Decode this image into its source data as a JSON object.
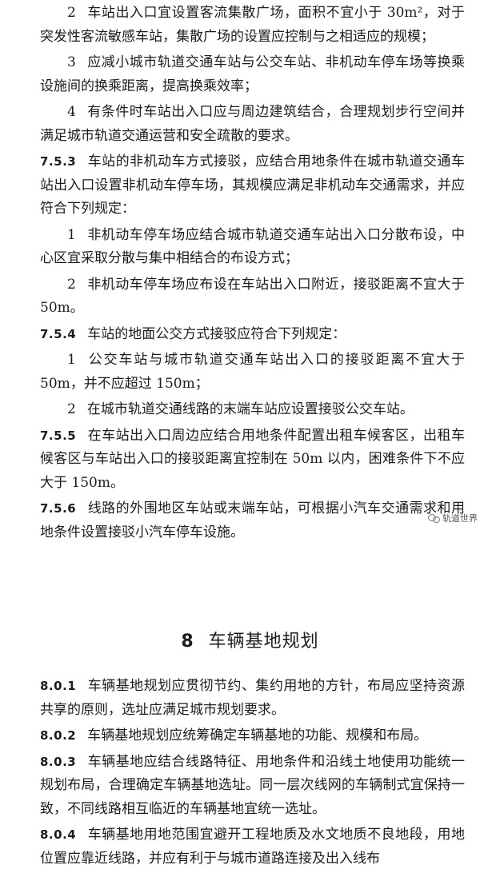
{
  "section_7_5": {
    "item_2": {
      "num": "2",
      "text": "车站出入口宜设置客流集散广场，面积不宜小于 30m²，对于突发性客流敏感车站，集散广场的设置应控制与之相适应的规模；"
    },
    "item_3": {
      "num": "3",
      "text": "应减小城市轨道交通车站与公交车站、非机动车停车场等换乘设施间的换乘距离，提高换乘效率；"
    },
    "item_4": {
      "num": "4",
      "text": "有条件时车站出入口应与周边建筑结合，合理规划步行空间并满足城市轨道交通运营和安全疏散的要求。"
    },
    "clause_7_5_3": {
      "num": "7.5.3",
      "text": "车站的非机动车方式接驳，应结合用地条件在城市轨道交通车站出入口设置非机动车停车场，其规模应满足非机动车交通需求，并应符合下列规定：",
      "items": [
        {
          "num": "1",
          "text": "非机动车停车场应结合城市轨道交通车站出入口分散布设，中心区宜采取分散与集中相结合的布设方式；"
        },
        {
          "num": "2",
          "text": "非机动车停车场应布设在车站出入口附近，接驳距离不宜大于 50m。"
        }
      ]
    },
    "clause_7_5_4": {
      "num": "7.5.4",
      "text": "车站的地面公交方式接驳应符合下列规定：",
      "items": [
        {
          "num": "1",
          "text": "公交车站与城市轨道交通车站出入口的接驳距离不宜大于 50m，并不应超过 150m；"
        },
        {
          "num": "2",
          "text": "在城市轨道交通线路的末端车站应设置接驳公交车站。"
        }
      ]
    },
    "clause_7_5_5": {
      "num": "7.5.5",
      "text": "在车站出入口周边应结合用地条件配置出租车候客区，出租车候客区与车站出入口的接驳距离宜控制在 50m 以内，困难条件下不应大于 150m。"
    },
    "clause_7_5_6": {
      "num": "7.5.6",
      "text": "线路的外围地区车站或末端车站，可根据小汽车交通需求和用地条件设置接驳小汽车停车设施。"
    }
  },
  "watermark": {
    "text": "轨道世界",
    "icon": "wechat-icon"
  },
  "chapter_8": {
    "num": "8",
    "title": "车辆基地规划",
    "clauses": [
      {
        "num": "8.0.1",
        "text": "车辆基地规划应贯彻节约、集约用地的方针，布局应坚持资源共享的原则，选址应满足城市规划要求。"
      },
      {
        "num": "8.0.2",
        "text": "车辆基地规划应统筹确定车辆基地的功能、规模和布局。"
      },
      {
        "num": "8.0.3",
        "text": "车辆基地应结合线路特征、用地条件和沿线土地使用功能统一规划布局，合理确定车辆基地选址。同一层次线网的车辆制式宜保持一致，不同线路相互临近的车辆基地宜统一选址。"
      },
      {
        "num": "8.0.4",
        "text": "车辆基地用地范围宜避开工程地质及水文地质不良地段，用地位置应靠近线路，并应有利于与城市道路连接及出入线布"
      }
    ]
  }
}
